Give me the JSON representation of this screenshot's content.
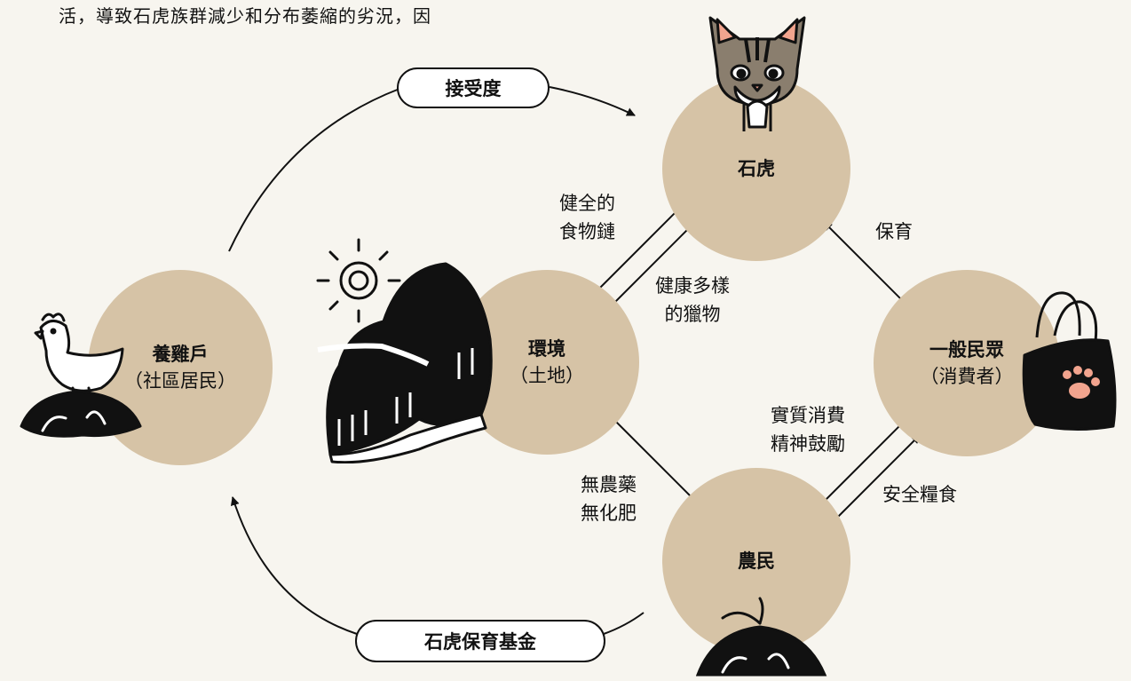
{
  "header": {
    "intro_fragment": "活，導致石虎族群減少和分布萎縮的劣況，因"
  },
  "nodes": {
    "leopard_cat": {
      "title": "石虎"
    },
    "environment": {
      "title": "環境",
      "subtitle": "（土地）"
    },
    "chicken_farmers": {
      "title": "養雞戶",
      "subtitle": "（社區居民）"
    },
    "public": {
      "title": "一般民眾",
      "subtitle": "（消費者）"
    },
    "farmers": {
      "title": "農民"
    }
  },
  "pills": {
    "acceptance": "接受度",
    "fund": "石虎保育基金"
  },
  "edge_labels": {
    "food_chain_l1": "健全的",
    "food_chain_l2": "食物鏈",
    "prey_l1": "健康多樣",
    "prey_l2": "的獵物",
    "conservation": "保育",
    "support_l1": "實質消費",
    "support_l2": "精神鼓勵",
    "safe_food": "安全糧食",
    "organic_l1": "無農藥",
    "organic_l2": "無化肥"
  },
  "icons": [
    "leopard-cat-icon",
    "chicken-icon",
    "mountain-sun-icon",
    "tote-bag-paw-icon",
    "sprout-soil-icon"
  ],
  "colors": {
    "node_fill": "#d6c3a6",
    "background": "#f7f5ef",
    "ink": "#111111",
    "paw": "#f2a48e"
  }
}
